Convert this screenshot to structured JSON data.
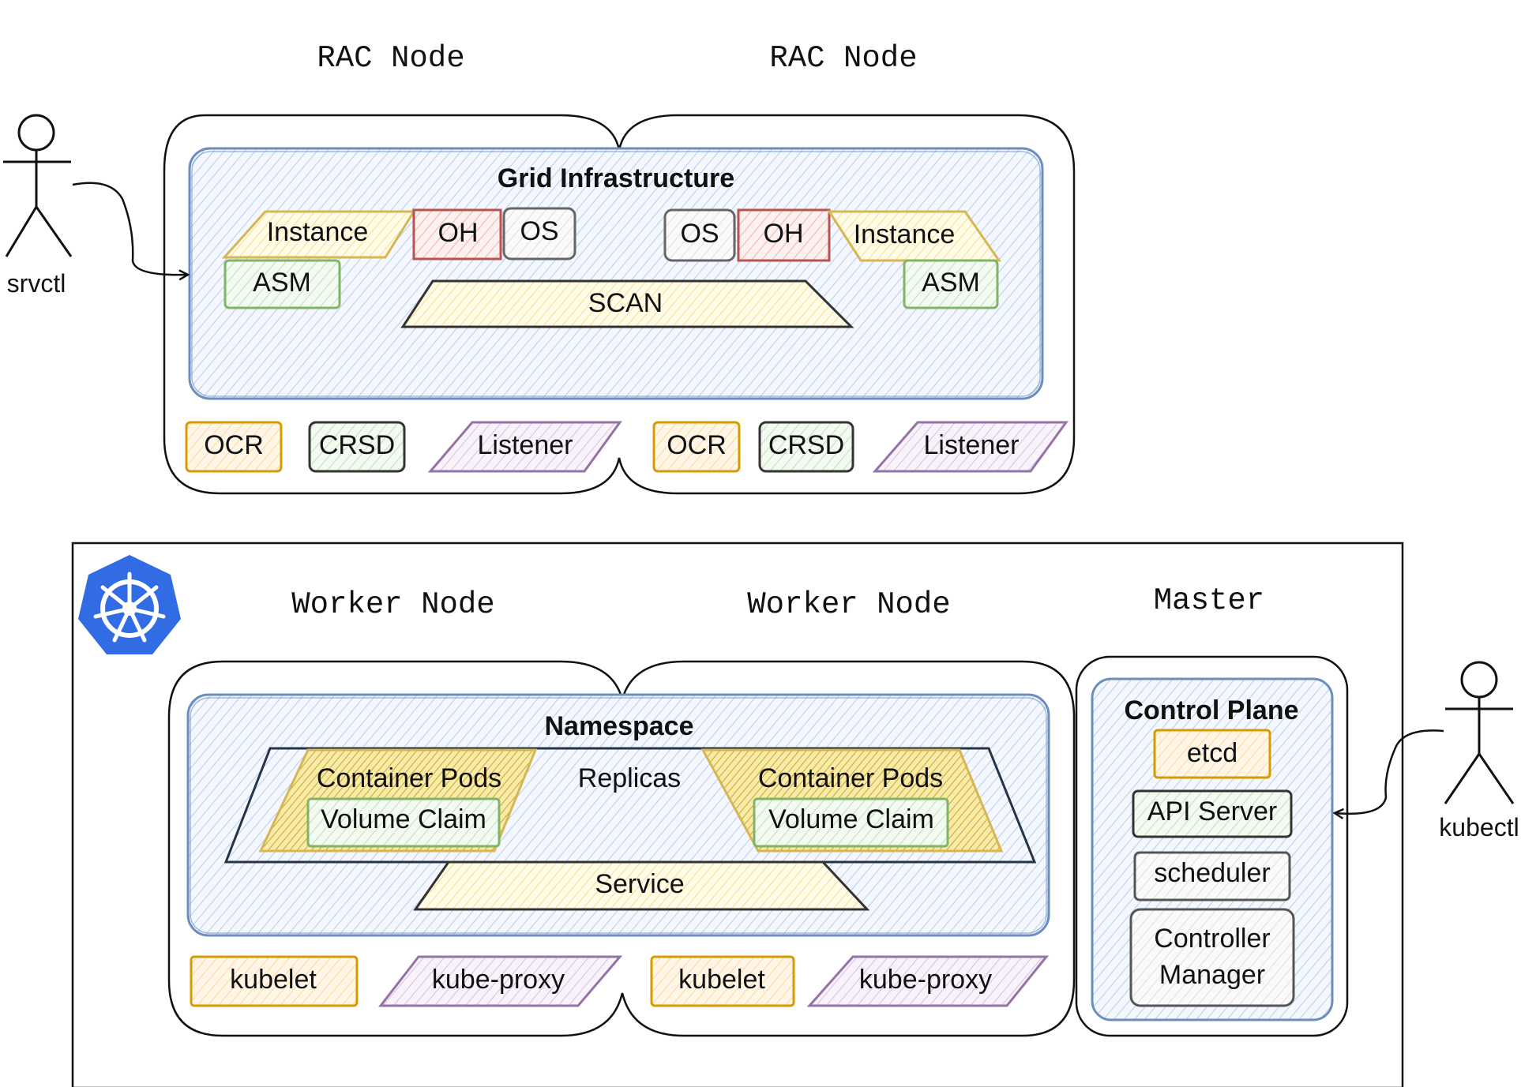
{
  "colors": {
    "blue": "#6c8ebf",
    "blue_fill": "#dae8fc",
    "yellow": "#d6b656",
    "yellow_fill": "#fff2cc",
    "gold": "#d79b00",
    "gold_fill": "#ffe6cc",
    "red": "#b85450",
    "red_fill": "#f8cecc",
    "green": "#82b366",
    "green_fill": "#d5e8d4",
    "purple": "#9673a6",
    "purple_fill": "#e1d5e7",
    "gray": "#666666",
    "gray_fill": "#f5f5f5",
    "k8s": "#326ce5"
  },
  "rac": {
    "node_left_title": "RAC Node",
    "node_right_title": "RAC Node",
    "grid_title": "Grid Infrastructure",
    "left": {
      "instance": "Instance",
      "oh": "OH",
      "os": "OS",
      "asm": "ASM",
      "ocr": "OCR",
      "crsd": "CRSD",
      "listener": "Listener"
    },
    "right": {
      "os": "OS",
      "oh": "OH",
      "instance": "Instance",
      "asm": "ASM",
      "ocr": "OCR",
      "crsd": "CRSD",
      "listener": "Listener"
    },
    "scan": "SCAN",
    "actor": "srvctl"
  },
  "k8s": {
    "logo_icon": "kubernetes-wheel-icon",
    "worker_left_title": "Worker Node",
    "worker_right_title": "Worker Node",
    "master_title": "Master",
    "namespace_title": "Namespace",
    "replicas": "Replicas",
    "left": {
      "pods": "Container Pods",
      "volume": "Volume Claim",
      "kubelet": "kubelet",
      "kube_proxy": "kube-proxy"
    },
    "right": {
      "pods": "Container Pods",
      "volume": "Volume Claim",
      "kubelet": "kubelet",
      "kube_proxy": "kube-proxy"
    },
    "service": "Service",
    "control_plane": {
      "title": "Control Plane",
      "etcd": "etcd",
      "api_server": "API Server",
      "scheduler": "scheduler",
      "controller_line1": "Controller",
      "controller_line2": "Manager"
    },
    "actor": "kubectl"
  }
}
